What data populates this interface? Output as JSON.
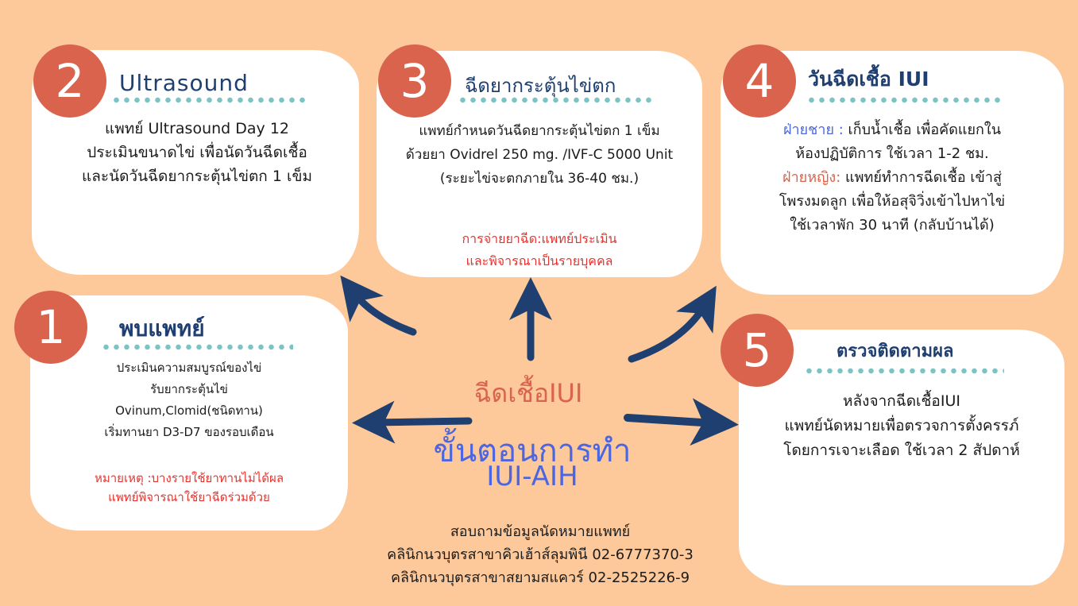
{
  "steps": {
    "s1": {
      "number": "1",
      "title": "พบแพทย์",
      "lines": [
        "ประเมินความสมบูรณ์ของไข่",
        "รับยากระตุ้นไข่",
        "Ovinum,Clomid(ชนิดทาน)",
        "เริ่มทานยา D3-D7 ของรอบเดือน"
      ],
      "note": [
        "หมายเหตุ :บางรายใช้ยาทานไม่ได้ผล",
        "แพทย์พิจารณาใช้ยาฉีดร่วมด้วย"
      ]
    },
    "s2": {
      "number": "2",
      "title": "Ultrasound",
      "lines": [
        "แพทย์ Ultrasound  Day 12",
        "ประเมินขนาดไข่ เพื่อนัดวันฉีดเชื้อ",
        "และนัดวันฉีดยากระตุ้นไข่ตก 1 เข็ม"
      ]
    },
    "s3": {
      "number": "3",
      "title": "ฉีดยากระตุ้นไข่ตก",
      "lines": [
        "แพทย์กำหนดวันฉีดยากระตุ้นไข่ตก 1 เข็ม",
        "ด้วยยา Ovidrel 250 mg. /IVF-C 5000 Unit",
        "(ระยะไข่จะตกภายใน 36-40 ชม.)"
      ],
      "note": [
        "การจ่ายยาฉีด:แพทย์ประเมิน",
        "และพิจารณาเป็นรายบุคคล"
      ]
    },
    "s4": {
      "number": "4",
      "title": "วันฉีดเชื้อ IUI",
      "male_label": "ฝ่ายชาย :",
      "male_line1": " เก็บน้ำเชื้อ เพื่อคัดแยกใน",
      "male_line2": "ห้องปฏิบัติการ ใช้เวลา 1-2 ชม.",
      "female_label": "ฝ่ายหญิง:",
      "female_line1": " แพทย์ทำการฉีดเชื้อ เข้าสู่",
      "female_line2": "โพรงมดลูก เพื่อให้อสุจิวิ่งเข้าไปหาไข่",
      "female_line3": "ใช้เวลาพัก 30 นาที (กลับบ้านได้)"
    },
    "s5": {
      "number": "5",
      "title": "ตรวจติดตามผล",
      "lines": [
        "หลังจากฉีดเชื้อIUI",
        "แพทย์นัดหมายเพื่อตรวจการตั้งครรภ์",
        "โดยการเจาะเลือด ใช้เวลา 2 สัปดาห์"
      ]
    }
  },
  "center": {
    "heading1": "ฉีดเชื้อIUI",
    "heading2": "ขั้นตอนการทำ",
    "heading3": "IUI-AIH"
  },
  "contact": {
    "line1": "สอบถามข้อมูลนัดหมายแพทย์",
    "line2": "คลินิกนวบุตรสาขาคิวเฮ้าส์ลุมพินี 02-6777370-3",
    "line3": "คลินิกนวบุตรสาขาสยามสแควร์ 02-2525226-9"
  },
  "colors": {
    "background": "#fdc99a",
    "badge": "#d9634c",
    "title": "#1f3f70",
    "arrow": "#1f3f70",
    "note_red": "#e5342f",
    "accent_blue": "#4b66e0",
    "dots": "#7cc3c4"
  }
}
